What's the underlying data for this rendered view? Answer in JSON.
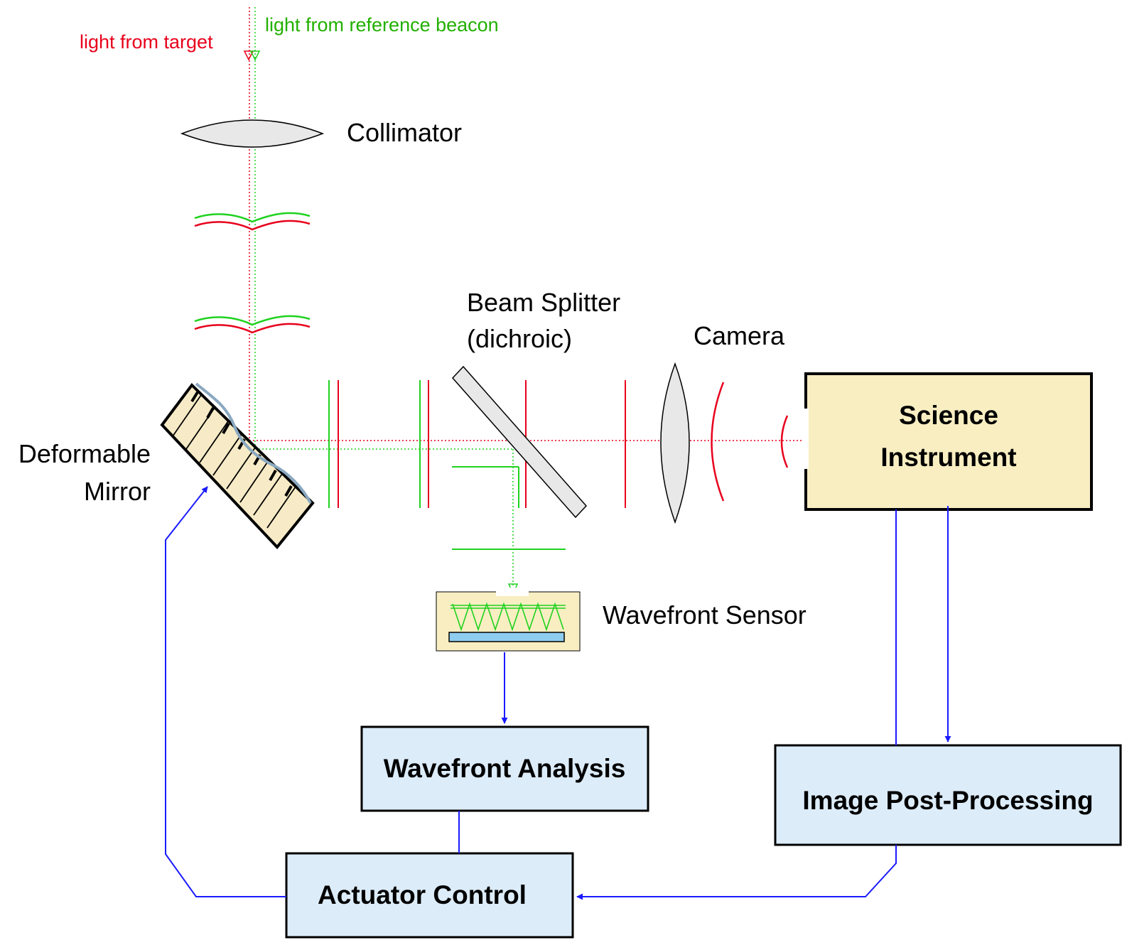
{
  "labels": {
    "light_target": "light from target",
    "light_beacon": "light from reference beacon",
    "collimator": "Collimator",
    "beam_splitter_1": "Beam Splitter",
    "beam_splitter_2": "(dichroic)",
    "camera": "Camera",
    "deformable_1": "Deformable",
    "deformable_2": "Mirror",
    "wavefront_sensor": "Wavefront Sensor"
  },
  "boxes": {
    "science_1": "Science",
    "science_2": "Instrument",
    "wavefront_analysis": "Wavefront Analysis",
    "image_post_processing": "Image Post-Processing",
    "actuator_control": "Actuator Control"
  },
  "colors": {
    "target_light": "#e8001c",
    "beacon_light": "#1fd21f",
    "control_signal": "#1a1aff",
    "science_box_fill": "#f8eec2",
    "control_box_fill": "#dcecf9",
    "mirror_fill": "#f6ebc6",
    "optic_fill": "#e8e8e8"
  }
}
